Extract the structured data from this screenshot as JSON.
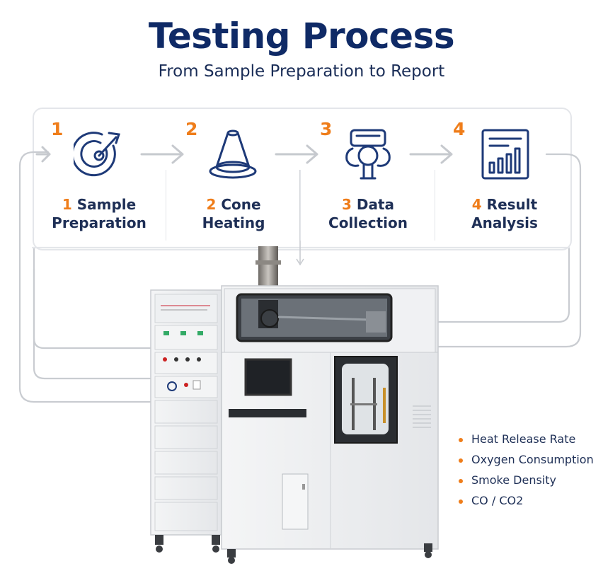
{
  "header": {
    "title": "Testing Process",
    "subtitle": "From Sample Preparation to Report"
  },
  "steps": [
    {
      "number": "1",
      "title_line1": "Sample",
      "title_line2": "Preparation",
      "icon": "target-arrow-icon"
    },
    {
      "number": "2",
      "title_line1": "Cone",
      "title_line2": "Heating",
      "icon": "cone-icon"
    },
    {
      "number": "3",
      "title_line1": "Data",
      "title_line2": "Collection",
      "icon": "data-sensor-icon"
    },
    {
      "number": "4",
      "title_line1": "Result",
      "title_line2": "Analysis",
      "icon": "bar-chart-icon"
    }
  ],
  "measurements": [
    "Heat Release Rate",
    "Oxygen Consumption",
    "Smoke Density",
    "CO / CO2"
  ],
  "colors": {
    "title": "#0f2a66",
    "accent": "#ef7d1a",
    "icon": "#1e3a78",
    "arrow": "#c6c9ce"
  }
}
